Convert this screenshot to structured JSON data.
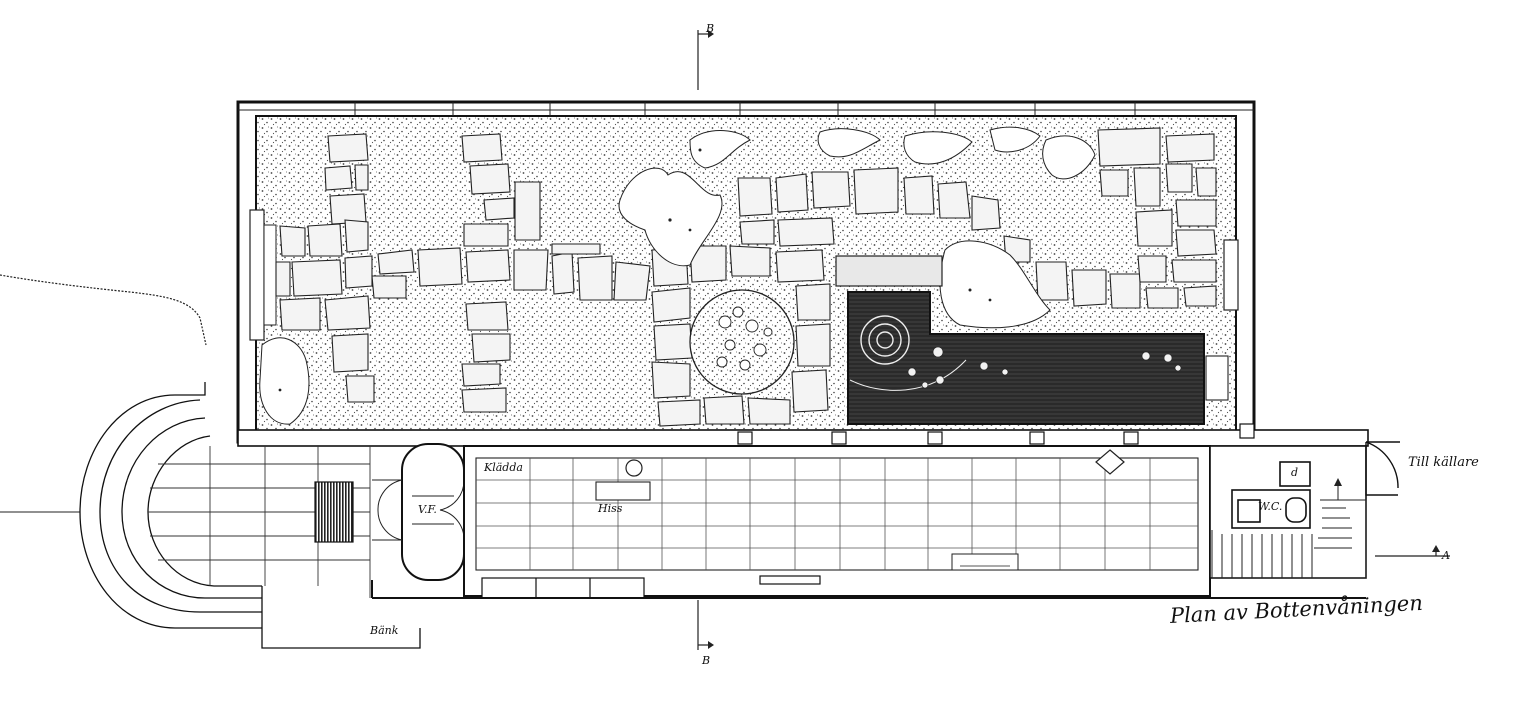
{
  "title": "Plan av Bottenvåningen",
  "labels": {
    "section_b_top": "B",
    "section_b_bottom": "B",
    "section_a": "A",
    "till_kallare": "Till källare",
    "kladda": "Klädda",
    "bank": "Bänk",
    "vf": "V.F.",
    "wc": "W.C.",
    "hiss": "Hiss",
    "d": "d"
  },
  "colors": {
    "ink": "#1a1a1a",
    "paper": "#ffffff",
    "pool": "#2b2b2b",
    "gravel": "#d9d9d9"
  }
}
